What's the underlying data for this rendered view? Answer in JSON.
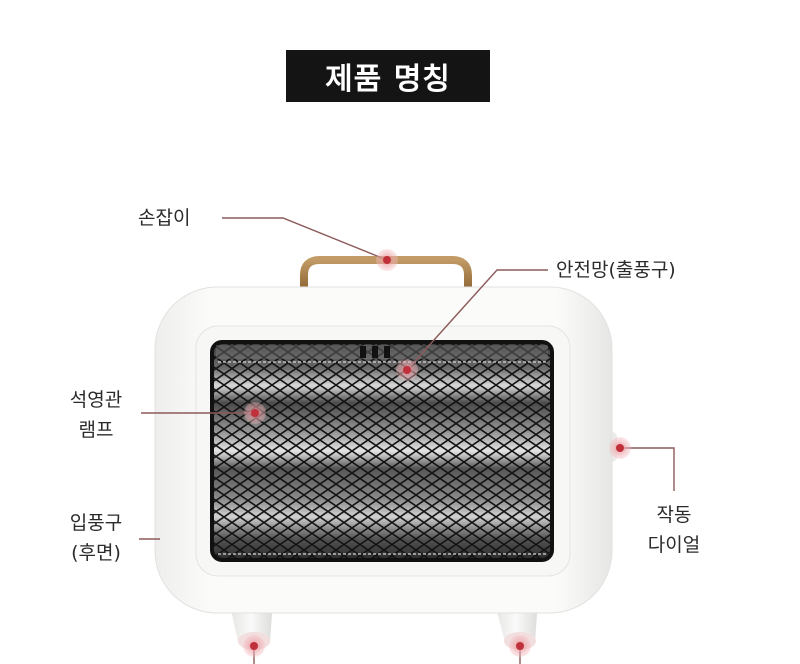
{
  "title": "제품 명칭",
  "colors": {
    "title_bg": "#141414",
    "title_text": "#ffffff",
    "callout_line": "#8c5a5a",
    "callout_dot": "#c0303a",
    "callout_halo": "#f0b4b8",
    "body": "#f3f3f1",
    "handle": "#a87d4a",
    "grille": "#1c1c1c"
  },
  "callouts": [
    {
      "id": "handle",
      "lines": [
        "손잡이"
      ],
      "dot": [
        387,
        260
      ]
    },
    {
      "id": "safety-grille",
      "lines": [
        "안전망(출풍구)"
      ],
      "dot": [
        407,
        370
      ]
    },
    {
      "id": "quartz-lamp",
      "lines": [
        "석영관",
        "램프"
      ],
      "dot": [
        255,
        413
      ]
    },
    {
      "id": "air-intake",
      "lines": [
        "입풍구",
        "(후면)"
      ],
      "dot": [
        160,
        539
      ]
    },
    {
      "id": "control-dial",
      "lines": [
        "작동",
        "다이얼"
      ],
      "dot": [
        620,
        448
      ]
    },
    {
      "id": "left-foot",
      "lines": [],
      "dot": [
        254,
        646
      ]
    },
    {
      "id": "right-foot",
      "lines": [],
      "dot": [
        520,
        646
      ]
    }
  ]
}
